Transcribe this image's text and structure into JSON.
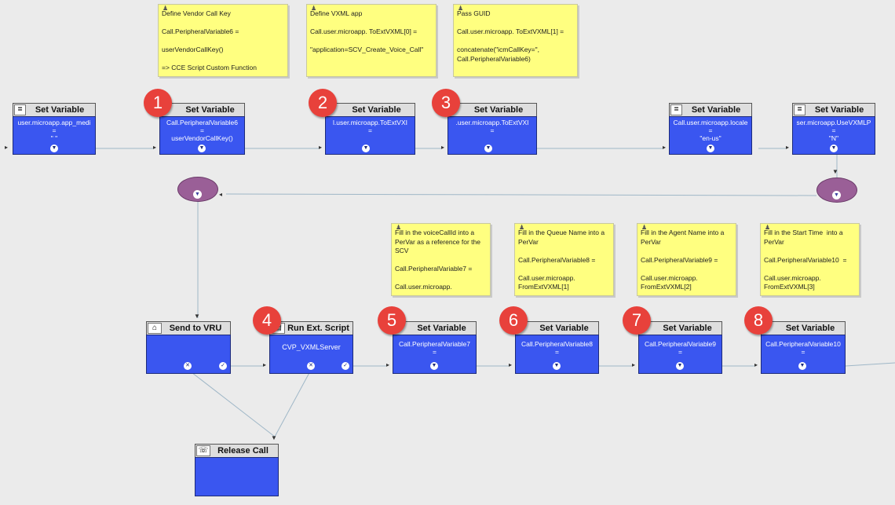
{
  "badges": [
    "1",
    "2",
    "3",
    "4",
    "5",
    "6",
    "7",
    "8"
  ],
  "icons": {
    "set_variable": "equals-icon",
    "send_to_vru": "vru-icon",
    "run_ext_script": "script-icon",
    "release_call": "release-call-icon",
    "out_port": "chevron-down-icon",
    "success_port": "checkmark-icon",
    "failure_port": "x-icon",
    "pin": "pin-icon"
  },
  "colors": {
    "node_body": "#3a56f0",
    "note_bg": "#ffff80",
    "badge": "#e8413b",
    "ellipse": "#9a5f97"
  },
  "notes": {
    "vendor_key": "Define Vendor Call Key\n\nCall.PeripheralVariable6 =\n\nuserVendorCallKey()\n\n=> CCE Script Custom Function",
    "vxml_app": "Define VXML app\n\nCall.user.microapp. ToExtVXML[0] =\n\n\"application=SCV_Create_Voice_Call\"",
    "guid": "Pass GUID\n\nCall.user.microapp. ToExtVXML[1] =\n\nconcatenate(\"icmCallKey=\",\nCall.PeripheralVariable6)",
    "voice_call_id": "Fill in the voiceCallId into a PerVar as a reference for the SCV\n\nCall.PeripheralVariable7 =\n\nCall.user.microapp.",
    "queue_name": "Fill in the Queue Name into a PerVar\n\nCall.PeripheralVariable8 =\n\nCall.user.microapp.\nFromExtVXML[1]",
    "agent_name": "Fill in the Agent Name into a PerVar\n\nCall.PeripheralVariable9 =\n\nCall.user.microapp.\nFromExtVXML[2]",
    "start_time": "Fill in the Start Time  into a PerVar\n\nCall.PeripheralVariable10  =\n\nCall.user.microapp.\nFromExtVXML[3]"
  },
  "nodes": {
    "sv0": {
      "title": "Set Variable",
      "l1": "user.microapp.app_medi",
      "l2": "=",
      "l3": "\" \""
    },
    "sv1": {
      "title": "Set Variable",
      "l1": "Call.PeripheralVariable6",
      "l2": "=",
      "l3": "userVendorCallKey()"
    },
    "sv2": {
      "title": "Set Variable",
      "l1": "l.user.microapp.ToExtVXI",
      "l2": "=",
      "l3": ""
    },
    "sv3": {
      "title": "Set Variable",
      "l1": ".user.microapp.ToExtVXI",
      "l2": "=",
      "l3": ""
    },
    "sv4": {
      "title": "Set Variable",
      "l1": "Call.user.microapp.locale",
      "l2": "=",
      "l3": "\"en-us\""
    },
    "sv5": {
      "title": "Set Variable",
      "l1": "ser.microapp.UseVXMLP",
      "l2": "=",
      "l3": "\"N\""
    },
    "vru": {
      "title": "Send to VRU"
    },
    "rxs": {
      "title": "Run Ext. Script",
      "l1": "CVP_VXMLServer"
    },
    "sv6": {
      "title": "Set Variable",
      "l1": "Call.PeripheralVariable7",
      "l2": "=",
      "l3": ""
    },
    "sv7": {
      "title": "Set Variable",
      "l1": "Call.PeripheralVariable8",
      "l2": "=",
      "l3": ""
    },
    "sv8": {
      "title": "Set Variable",
      "l1": "Call.PeripheralVariable9",
      "l2": "=",
      "l3": ""
    },
    "sv9": {
      "title": "Set Variable",
      "l1": "Call.PeripheralVariable10",
      "l2": "=",
      "l3": ""
    },
    "rel": {
      "title": "Release Call"
    }
  }
}
